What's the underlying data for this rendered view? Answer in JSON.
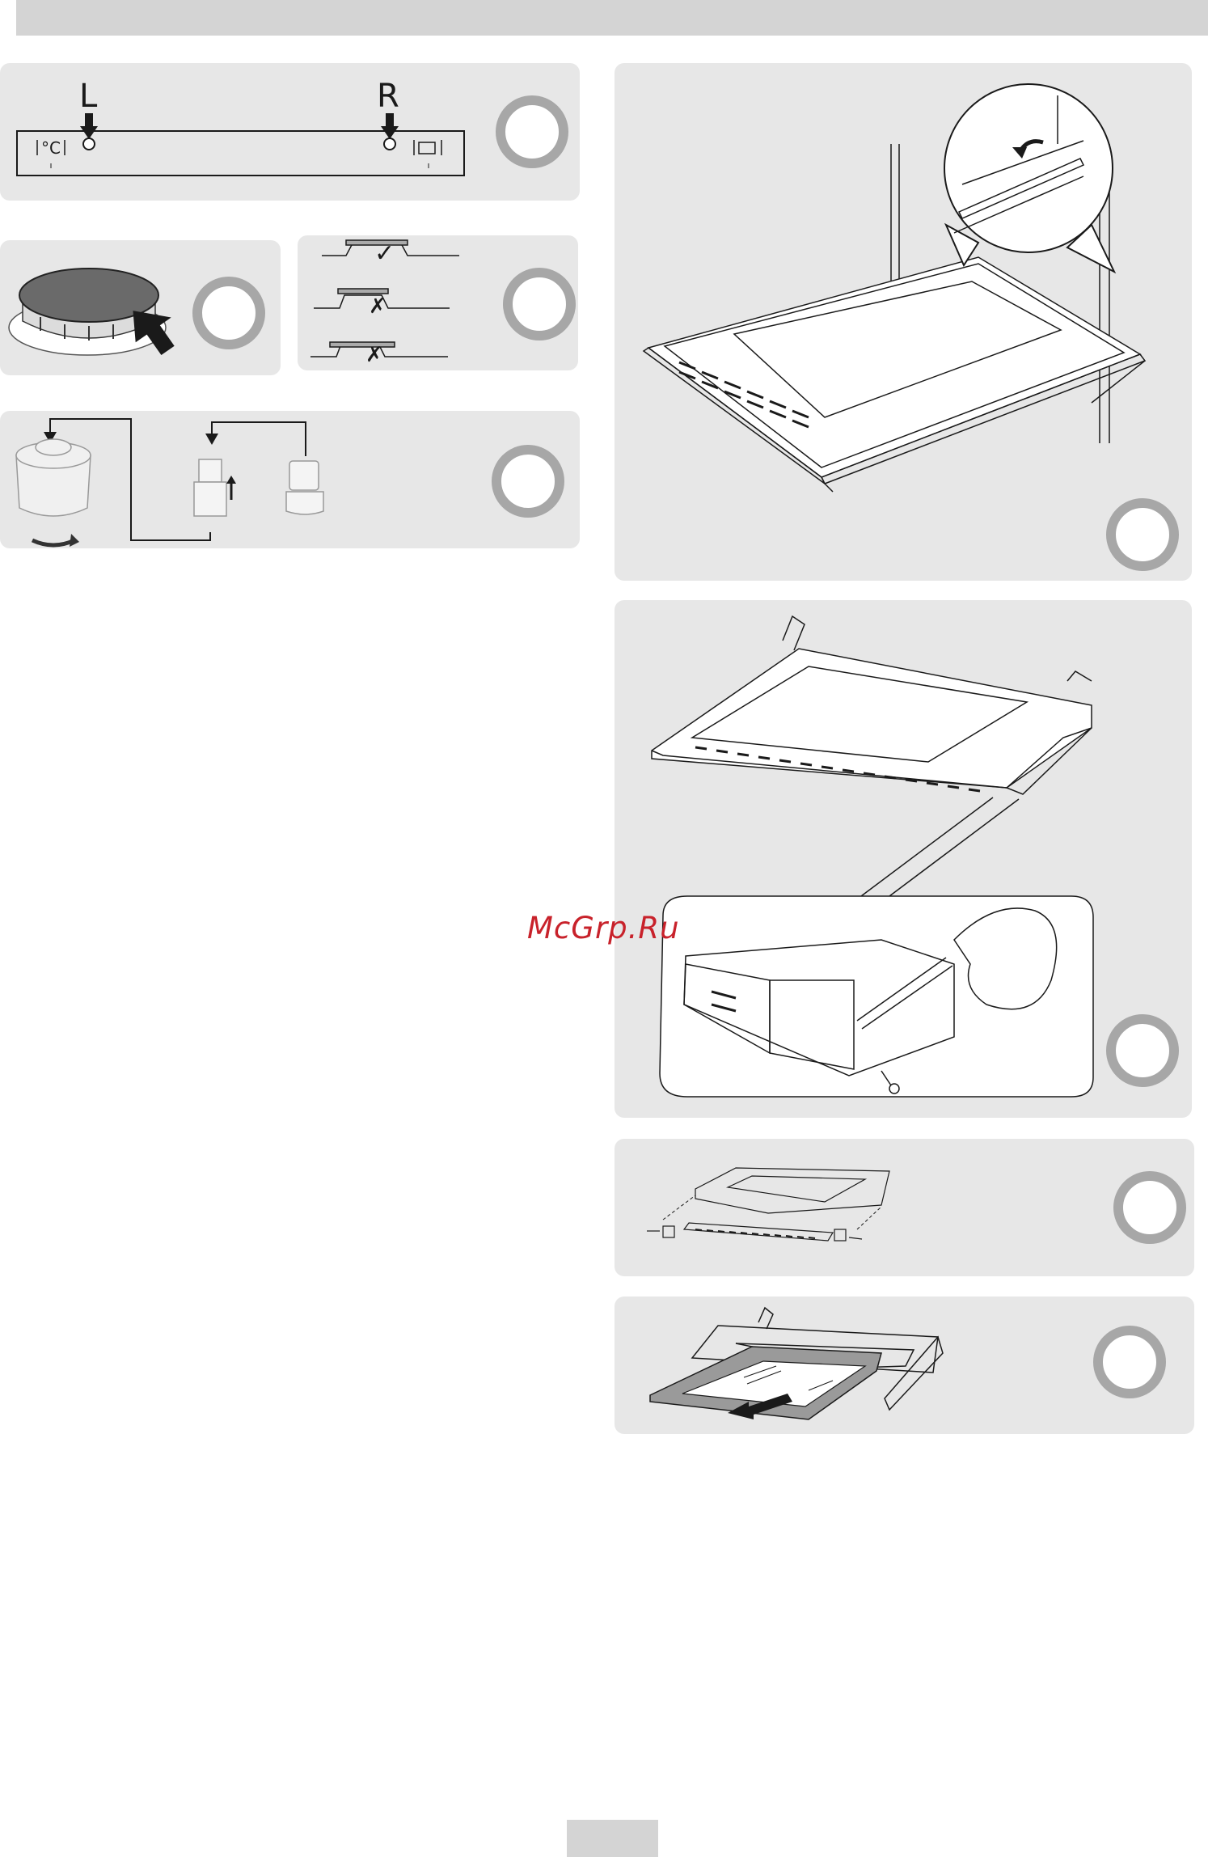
{
  "knob_panel": {
    "left_label": "L",
    "right_label": "R",
    "temp_symbol": "°C"
  },
  "burner_positions": {
    "correct_mark": "✓",
    "wrong_mark": "✗"
  },
  "watermark": "McGrp.Ru"
}
